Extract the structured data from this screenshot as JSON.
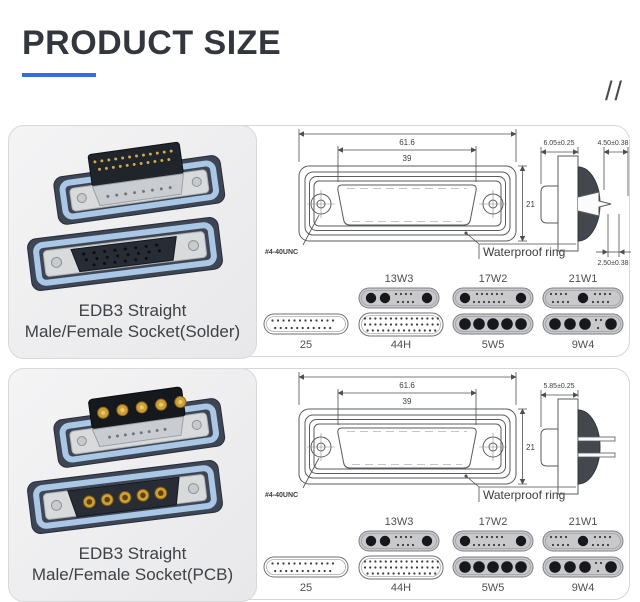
{
  "header": {
    "title": "PRODUCT SIZE",
    "slashes": "//"
  },
  "colors": {
    "accent_blue": "#2f6ce6",
    "panel_border": "#d6d6d8",
    "photo_card_bg": "#ececee",
    "drawing_line": "#5a5b5e",
    "title_text": "#33373d"
  },
  "panels": [
    {
      "caption_line1": "EDB3 Straight",
      "caption_line2": "Male/Female Socket(Solder)",
      "drawing": {
        "outer_width": "61.6",
        "inner_width": "39",
        "height": "21",
        "thread_label": "#4-40UNC",
        "ring_label": "Waterproof ring",
        "side_top_left": "6.05±0.25",
        "side_top_right": "4.50±0.38",
        "side_bottom": "2.50±0.38"
      },
      "variants_top": [
        {
          "label": "13W3"
        },
        {
          "label": "17W2"
        },
        {
          "label": "21W1"
        }
      ],
      "variants_bottom": [
        {
          "label": "25"
        },
        {
          "label": "44H"
        },
        {
          "label": "5W5"
        },
        {
          "label": "9W4"
        }
      ]
    },
    {
      "caption_line1": "EDB3 Straight",
      "caption_line2": "Male/Female Socket(PCB)",
      "drawing": {
        "outer_width": "61.6",
        "inner_width": "39",
        "height": "21",
        "thread_label": "#4-40UNC",
        "ring_label": "Waterproof ring",
        "side_top_left": "5.85±0.25"
      },
      "variants_top": [
        {
          "label": "13W3"
        },
        {
          "label": "17W2"
        },
        {
          "label": "21W1"
        }
      ],
      "variants_bottom": [
        {
          "label": "25"
        },
        {
          "label": "44H"
        },
        {
          "label": "5W5"
        },
        {
          "label": "9W4"
        }
      ]
    }
  ]
}
